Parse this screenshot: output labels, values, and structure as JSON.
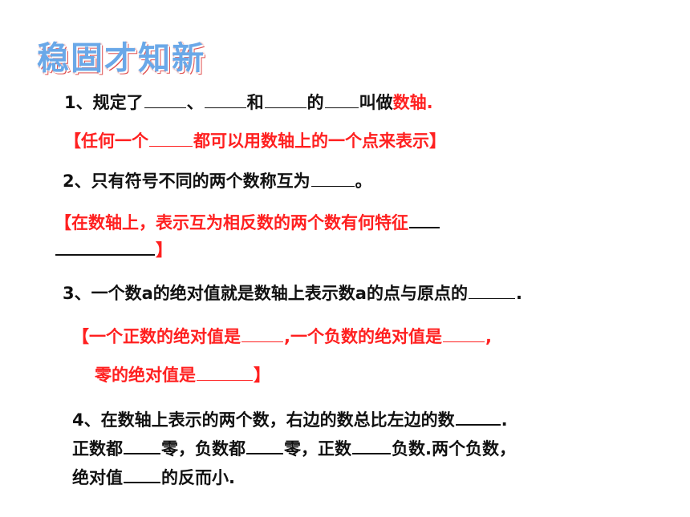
{
  "title": "稳固才知新",
  "q1": {
    "num": "1",
    "a": "、规定了",
    "b": "、",
    "c": "和",
    "d": "的",
    "e": "叫做",
    "term": "数轴",
    "end": "."
  },
  "n1": {
    "open": "【",
    "text": "任何一个",
    "rest": "都可以用数轴上的一个点来表示",
    "close": "】"
  },
  "q2": {
    "num": "2",
    "text": "、只有符号不同的两个数称互为",
    "end": "。"
  },
  "n2": {
    "open": "【",
    "text": "在数轴上，表示互为相反数的两个数有何特征",
    "close": "】"
  },
  "q3": {
    "num": "3",
    "a": "、一个数",
    "var1": "a",
    "b": "的绝对值就是数轴上表示数",
    "var2": "a",
    "c": "的点与原点的",
    "end": "."
  },
  "n3": {
    "open": "【",
    "a": "一个正数的绝对值是",
    "b": ",一个负数的绝对值是",
    "c": ",",
    "d": "零的绝对值是",
    "close": "】"
  },
  "q4": {
    "num": "4",
    "a": "、在数轴上表示的两个数，右边的数总比左边的数",
    "a_end": ".",
    "b1": "正数都",
    "b2": "零，负数都",
    "b3": "零，正数",
    "b4": "负数.两个负数，",
    "c1": "绝对值",
    "c2": "的反而小."
  }
}
